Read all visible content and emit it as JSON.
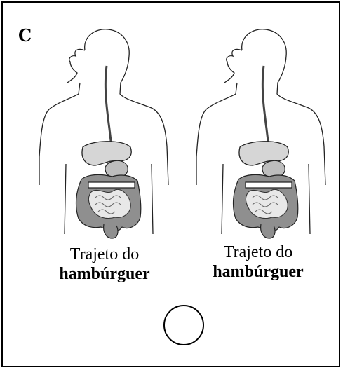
{
  "panel": {
    "letter": "C"
  },
  "figures": [
    {
      "caption_line1": "Trajeto do",
      "caption_line2": "hambúrguer"
    },
    {
      "caption_line1": "Trajeto do",
      "caption_line2": "hambúrguer"
    }
  ],
  "answer_circle": {
    "value": ""
  },
  "colors": {
    "organ_fill": "#d6d6d6",
    "colon_fill": "#8f8f8f",
    "outline": "#222222"
  }
}
